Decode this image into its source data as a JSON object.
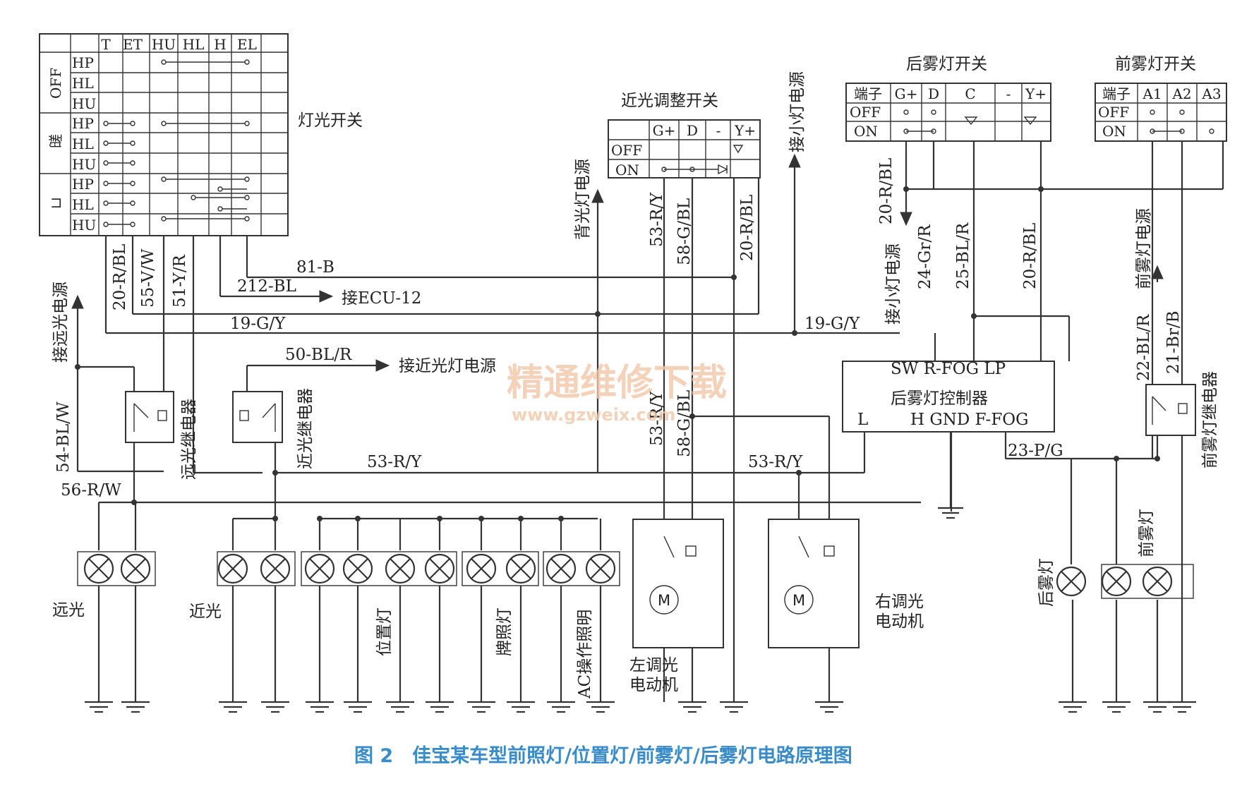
{
  "caption": "图 2　佳宝某车型前照灯/位置灯/前雾灯/后雾灯电路原理图",
  "watermark": {
    "title": "精通维修下载",
    "url": "www.gzweix.com"
  },
  "light_switch": {
    "title": "灯光开关",
    "columns": [
      "T",
      "ET",
      "HU",
      "HL",
      "H",
      "EL"
    ],
    "modes": [
      "OFF",
      "䑘",
      "⊔"
    ],
    "rows": [
      "HP",
      "HL",
      "HU",
      "HP",
      "HL",
      "HU",
      "HP",
      "HL",
      "HU"
    ]
  },
  "dimmer_switch": {
    "title": "近光调整开关",
    "columns": [
      "G+",
      "D",
      "-",
      "Y+"
    ],
    "rows": [
      "OFF",
      "ON"
    ]
  },
  "rear_fog_switch": {
    "title": "后雾灯开关",
    "columns": [
      "端子",
      "G+",
      "D",
      "C",
      "-",
      "Y+"
    ],
    "rows": [
      "OFF",
      "ON"
    ]
  },
  "front_fog_switch": {
    "title": "前雾灯开关",
    "columns": [
      "端子",
      "A1",
      "A2",
      "A3"
    ],
    "rows": [
      "OFF",
      "ON"
    ]
  },
  "wires": {
    "w81": "81-B",
    "w212": "212-BL",
    "ecu": "接ECU-12",
    "w19a": "19-G/Y",
    "w19b": "19-G/Y",
    "w50": "50-BL/R",
    "lowbeam_power": "接近光灯电源",
    "w53a": "53-R/Y",
    "w53b": "53-R/Y",
    "w53c": "53-R/Y",
    "w53d": "53-R/Y",
    "w58a": "58-G/BL",
    "w58b": "58-G/BL",
    "w20a": "20-R/BL",
    "w20b": "20-R/BL",
    "w20c": "20-R/BL",
    "w20d": "20-R/BL",
    "w55": "55-V/W",
    "w51": "51-Y/R",
    "w54": "54-BL/W",
    "w56": "56-R/W",
    "w24": "24-Gr/R",
    "w25": "25-BL/R",
    "w23": "23-P/G",
    "w22": "22-BL/R",
    "w21": "21-Br/B",
    "highbeam_power": "接远光电源",
    "backlight_power": "背光灯电源",
    "small_power_a": "接小灯电源",
    "small_power_b": "接小灯电源",
    "frontfog_power": "前雾灯电源"
  },
  "components": {
    "high_relay": "远光继电器",
    "low_relay": "近光继电器",
    "front_fog_relay": "前雾灯继电器",
    "rf_controller": "后雾灯控制器",
    "ctrl_top": "SW R-FOG  LP",
    "ctrl_bottom_l": "L",
    "ctrl_bottom_r": "H GND  F-FOG",
    "left_motor": "左调光\n电动机",
    "right_motor": "右调光\n电动机",
    "motor_symbol": "M"
  },
  "lamps": {
    "high": "远光",
    "low": "近光",
    "position": "位置灯",
    "plate": "牌照灯",
    "ac": "AC操作照明",
    "rear_fog": "后雾灯",
    "front_fog": "前雾灯"
  }
}
